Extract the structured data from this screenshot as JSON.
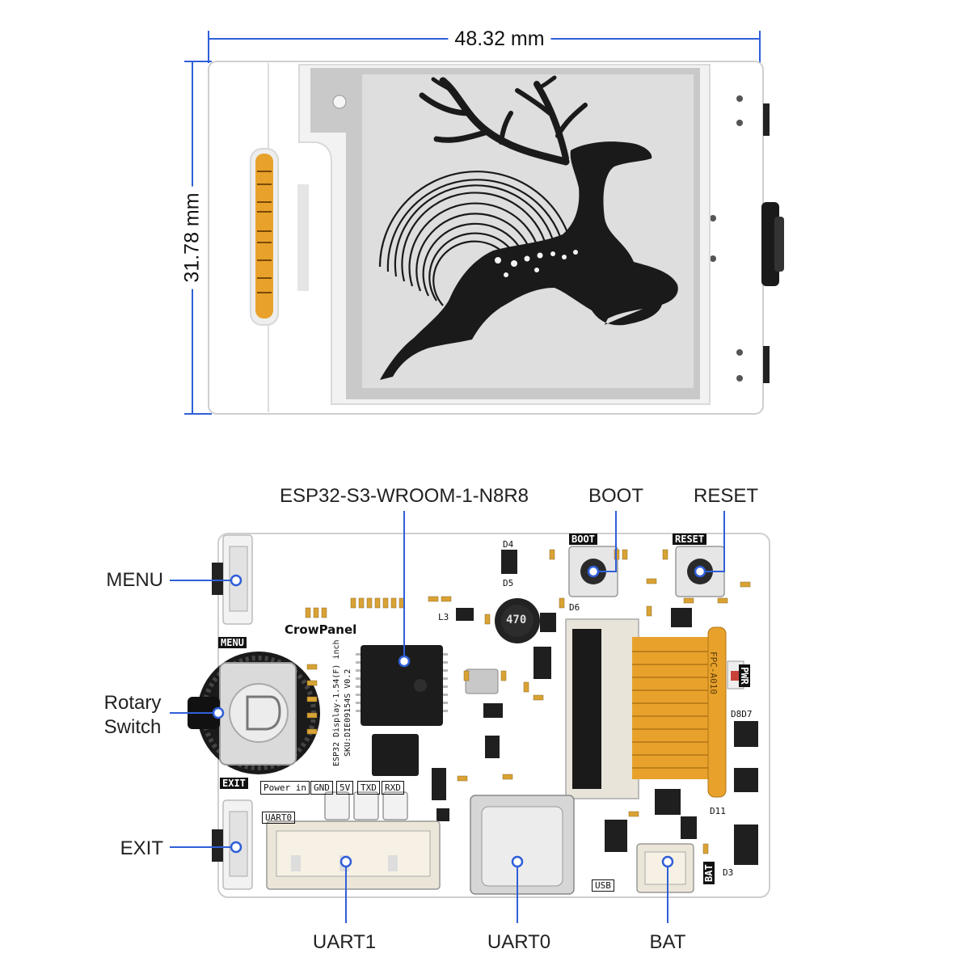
{
  "dimensions": {
    "width_label": "48.32 mm",
    "height_label": "31.78 mm"
  },
  "callouts": {
    "esp32": "ESP32-S3-WROOM-1-N8R8",
    "boot": "BOOT",
    "reset": "RESET",
    "menu": "MENU",
    "rotary_line1": "Rotary",
    "rotary_line2": "Switch",
    "exit": "EXIT",
    "uart1": "UART1",
    "uart0": "UART0",
    "bat": "BAT"
  },
  "silkscreen": {
    "brand": "CrowPanel",
    "boot": "BOOT",
    "reset": "RESET",
    "menu": "MENU",
    "exit": "EXIT",
    "uart0": "UART0",
    "pwr": "PWR",
    "usb": "USB",
    "bat": "BAT",
    "power_in": "Power in",
    "gnd": "GND",
    "v5": "5V",
    "txd": "TXD",
    "rxd": "RXD",
    "inductor": "470",
    "d4": "D4",
    "d5": "D5",
    "d6": "D6",
    "d8d7": "D8D7",
    "d11": "D11",
    "d3": "D3",
    "l3": "L3",
    "model_line1": "ESP32 Display-1.54(F) inch",
    "model_line2": "SKU:DIE09154S V0.2",
    "fpc": "FPC-A010"
  },
  "colors": {
    "accent_line": "#2f5fd8",
    "board": "#ffffff",
    "screen": "#dedede",
    "ink": "#1a1a1a",
    "flex_cable": "#e8a22c"
  }
}
